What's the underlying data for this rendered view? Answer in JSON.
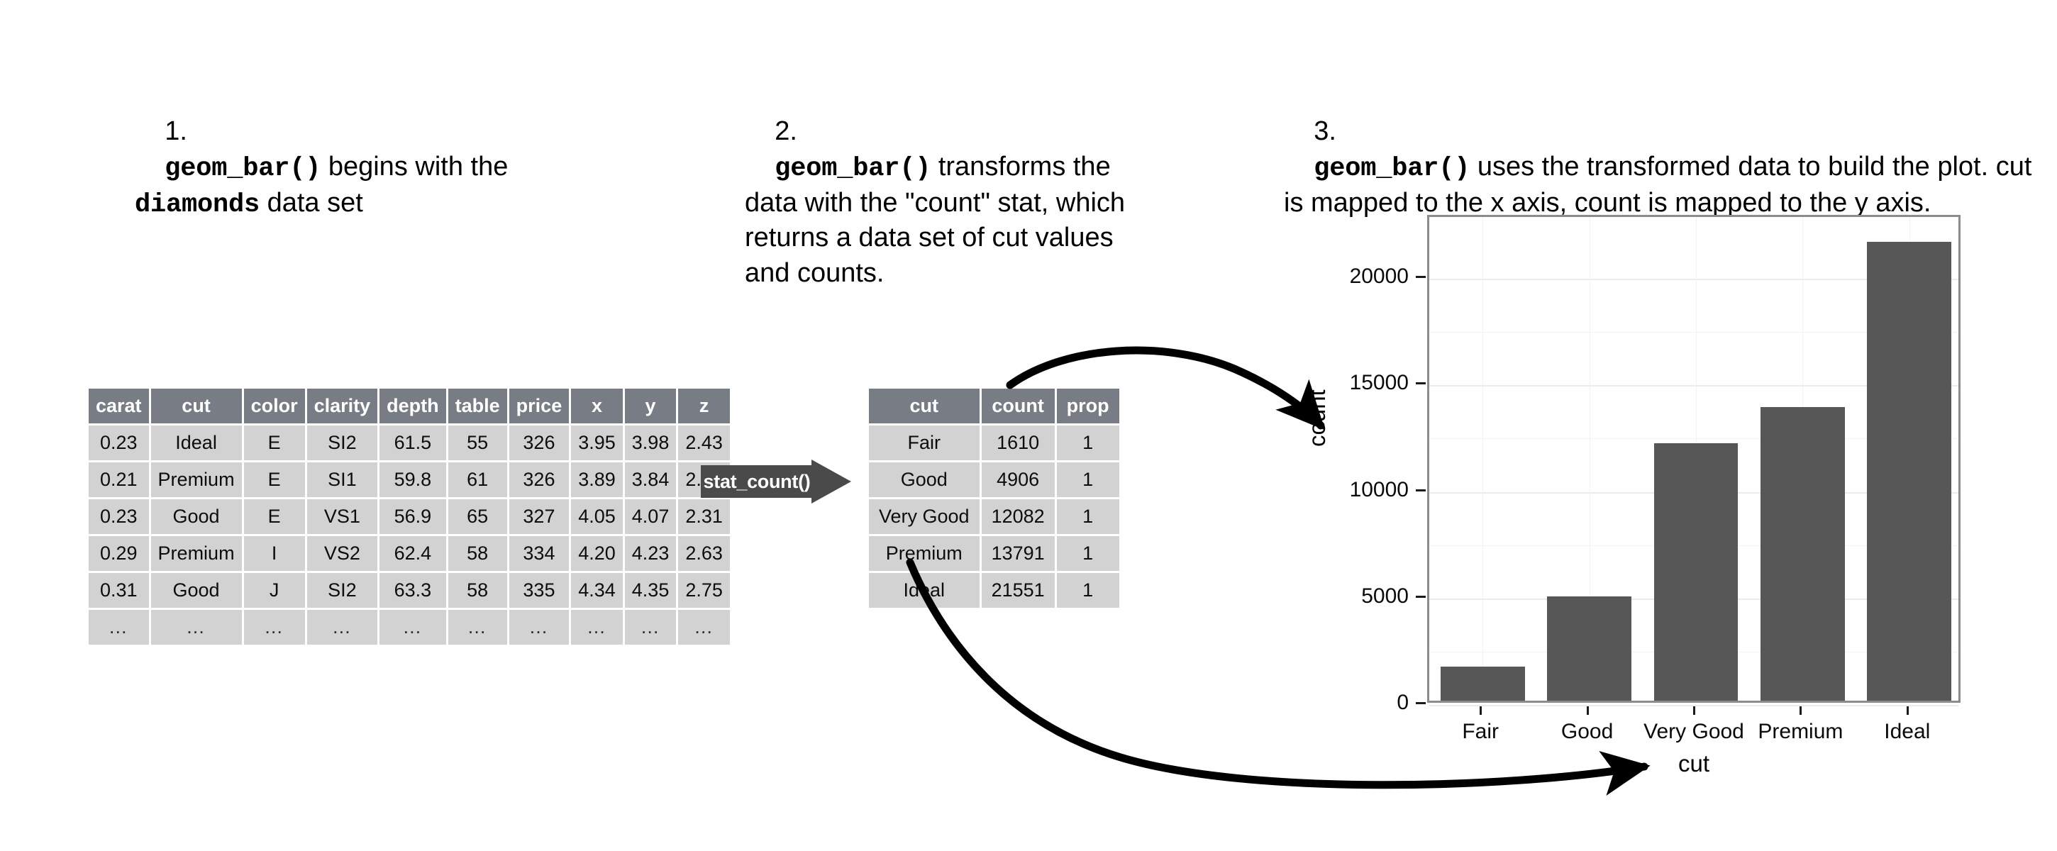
{
  "captions": [
    {
      "number": "1.",
      "segments": [
        {
          "text": "geom_bar()",
          "code": true
        },
        {
          "text": " begins with the ",
          "code": false
        },
        {
          "text": "diamonds",
          "code": true
        },
        {
          "text": " data set",
          "code": false
        }
      ]
    },
    {
      "number": "2.",
      "segments": [
        {
          "text": "geom_bar()",
          "code": true
        },
        {
          "text": " transforms the data with the \"count\" stat, which returns a data set of cut values and counts.",
          "code": false
        }
      ]
    },
    {
      "number": "3.",
      "segments": [
        {
          "text": "geom_bar()",
          "code": true
        },
        {
          "text": " uses the transformed data to build the plot. cut is mapped to the x axis, count is mapped to the y axis.",
          "code": false
        }
      ]
    }
  ],
  "diamonds_table": {
    "name": "diamonds",
    "columns": [
      "carat",
      "cut",
      "color",
      "clarity",
      "depth",
      "table",
      "price",
      "x",
      "y",
      "z"
    ],
    "rows": [
      [
        "0.23",
        "Ideal",
        "E",
        "SI2",
        "61.5",
        "55",
        "326",
        "3.95",
        "3.98",
        "2.43"
      ],
      [
        "0.21",
        "Premium",
        "E",
        "SI1",
        "59.8",
        "61",
        "326",
        "3.89",
        "3.84",
        "2.31"
      ],
      [
        "0.23",
        "Good",
        "E",
        "VS1",
        "56.9",
        "65",
        "327",
        "4.05",
        "4.07",
        "2.31"
      ],
      [
        "0.29",
        "Premium",
        "I",
        "VS2",
        "62.4",
        "58",
        "334",
        "4.20",
        "4.23",
        "2.63"
      ],
      [
        "0.31",
        "Good",
        "J",
        "SI2",
        "63.3",
        "58",
        "335",
        "4.34",
        "4.35",
        "2.75"
      ],
      [
        "…",
        "…",
        "…",
        "…",
        "…",
        "…",
        "…",
        "…",
        "…",
        "…"
      ]
    ]
  },
  "transform_badge": {
    "label": "stat_count()"
  },
  "count_table": {
    "columns": [
      "cut",
      "count",
      "prop"
    ],
    "rows": [
      [
        "Fair",
        "1610",
        "1"
      ],
      [
        "Good",
        "4906",
        "1"
      ],
      [
        "Very Good",
        "12082",
        "1"
      ],
      [
        "Premium",
        "13791",
        "1"
      ],
      [
        "Ideal",
        "21551",
        "1"
      ]
    ]
  },
  "chart_data": {
    "type": "bar",
    "title": "",
    "xlabel": "cut",
    "ylabel": "count",
    "categories": [
      "Fair",
      "Good",
      "Very Good",
      "Premium",
      "Ideal"
    ],
    "values": [
      1610,
      4906,
      12082,
      13791,
      21551
    ],
    "ylim": [
      0,
      22900
    ],
    "yticks": [
      0,
      5000,
      10000,
      15000,
      20000
    ],
    "ytick_labels": [
      "0",
      "5000",
      "10000",
      "15000",
      "20000"
    ],
    "minor_yticks": [
      2500,
      7500,
      12500,
      17500
    ],
    "grid": true,
    "legend": "none",
    "bar_color": "#575757",
    "panel_border_color": "#8c8c8c",
    "gridline_color": "#ebebeb"
  },
  "colors": {
    "header_gray": "#787d85",
    "cell_gray": "#d2d2d2",
    "badge_gray": "#4a4a4a",
    "bar_gray": "#575757",
    "text_black": "#000000"
  },
  "connectors": [
    {
      "name": "count-to-y-axis",
      "from": "count-table-top",
      "to": "chart-y-axis"
    },
    {
      "name": "count-to-x-axis",
      "from": "count-table-bottom",
      "to": "chart-x-axis"
    }
  ]
}
